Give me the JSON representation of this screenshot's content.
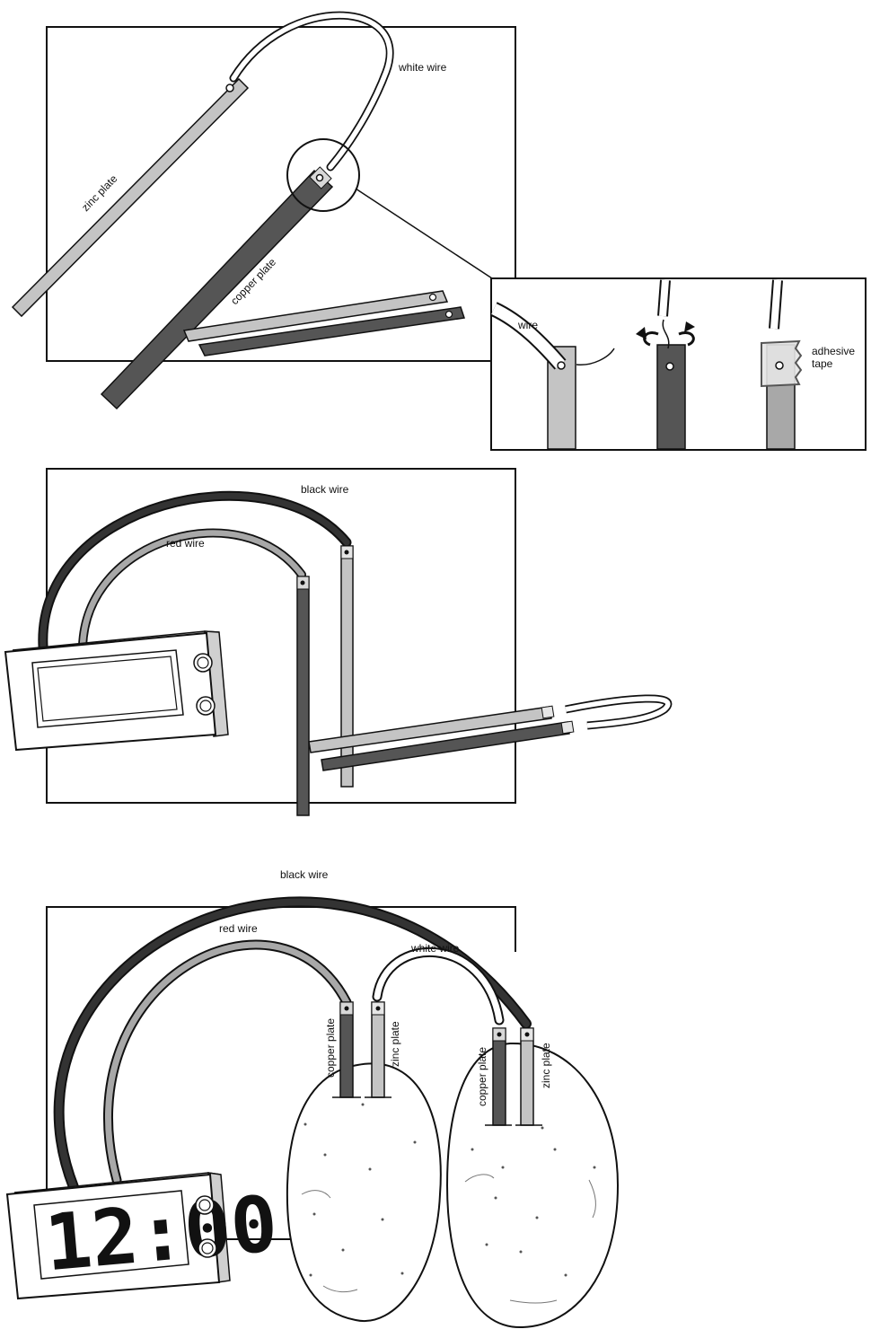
{
  "panel1": {
    "labels": {
      "white_wire": "white wire",
      "zinc_plate": "zinc plate",
      "copper_plate": "copper plate"
    }
  },
  "inset": {
    "labels": {
      "wire": "wire",
      "adhesive_line1": "adhesive",
      "adhesive_line2": "tape"
    }
  },
  "panel2": {
    "labels": {
      "black_wire": "black wire",
      "red_wire": "red wire"
    }
  },
  "panel3": {
    "labels": {
      "black_wire": "black wire",
      "red_wire": "red wire",
      "white_wire": "white wire",
      "copper_plate_1": "copper plate",
      "zinc_plate_1": "zinc plate",
      "copper_plate_2": "copper plate",
      "zinc_plate_2": "zinc plate"
    },
    "clock_display": "12:00"
  },
  "colors": {
    "zinc": "#c4c4c4",
    "copper": "#555555",
    "black_wire": "#333333",
    "red_wire": "#a8a8a8",
    "outline": "#111111"
  }
}
